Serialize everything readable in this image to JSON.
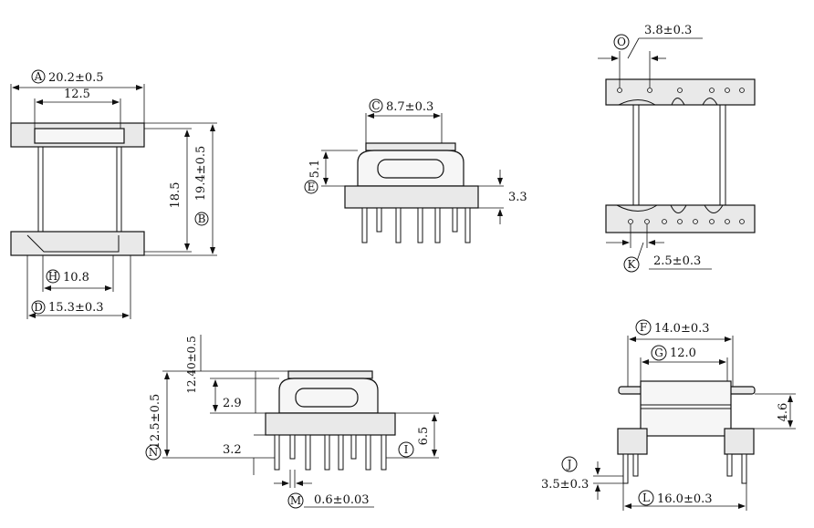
{
  "callouts": {
    "A": {
      "letter": "A",
      "value": "20.2±0.5"
    },
    "B": {
      "letter": "B",
      "value": "19.4±0.5"
    },
    "C": {
      "letter": "C",
      "value": "8.7±0.3"
    },
    "D": {
      "letter": "D",
      "value": "15.3±0.3"
    },
    "E": {
      "letter": "E",
      "value": "5.1"
    },
    "F": {
      "letter": "F",
      "value": "14.0±0.3"
    },
    "G": {
      "letter": "G",
      "value": "12.0"
    },
    "H": {
      "letter": "H",
      "value": "10.8"
    },
    "I": {
      "letter": "I",
      "value": "6.5"
    },
    "J": {
      "letter": "J",
      "value": "3.5±0.3"
    },
    "K": {
      "letter": "K",
      "value": "2.5±0.3"
    },
    "L": {
      "letter": "L",
      "value": "16.0±0.3"
    },
    "M": {
      "letter": "M",
      "value": "0.6±0.03"
    },
    "N": {
      "letter": "N",
      "value": "12.5±0.5"
    },
    "O": {
      "letter": "O",
      "value": "3.8±0.3"
    }
  },
  "plain_dims": {
    "inner_width": "12.5",
    "height_18": "18.5",
    "front_pin_height": "3.3",
    "top_step": "2.9",
    "side_3_2": "3.2",
    "side_12_40": "12.40±0.5",
    "right_4_6": "4.6"
  }
}
